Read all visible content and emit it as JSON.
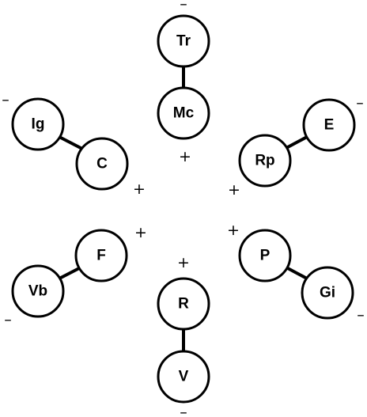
{
  "nodes": {
    "tr": "Tr",
    "mc": "Mc",
    "ig": "Ig",
    "c": "C",
    "e": "E",
    "rp": "Rp",
    "f": "F",
    "vb": "Vb",
    "r": "R",
    "v": "V",
    "p": "P",
    "gi": "Gi"
  },
  "signs": {
    "plus": "+",
    "minus": "–"
  },
  "colors": {
    "stroke": "#000000",
    "fill": "#ffffff"
  }
}
